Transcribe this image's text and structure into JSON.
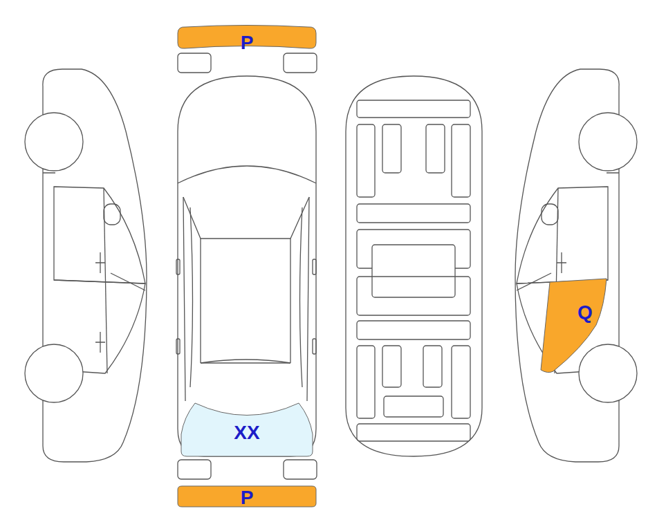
{
  "diagram": {
    "nodes": [
      {
        "text": [
          "P"
        ]
      },
      {
        "text": [
          "Q"
        ]
      },
      {
        "text": [
          "XX"
        ]
      },
      {
        "text": [
          "P"
        ]
      }
    ]
  }
}
